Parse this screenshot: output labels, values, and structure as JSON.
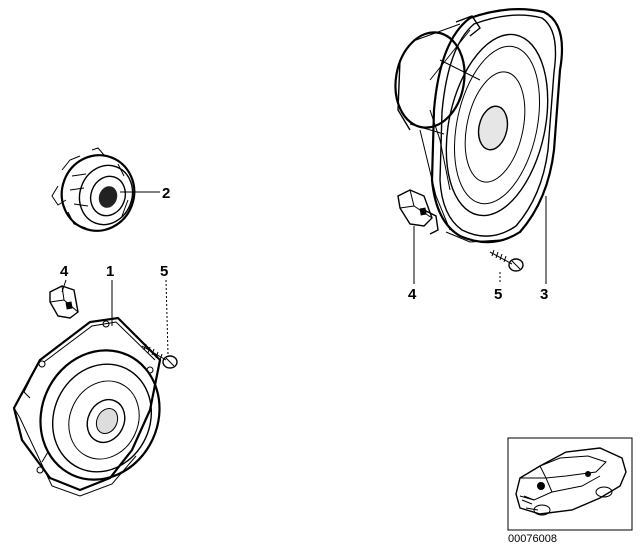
{
  "callouts": {
    "part_1": "1",
    "part_2": "2",
    "part_3": "3",
    "part_4_left": "4",
    "part_5_left": "5",
    "part_4_right": "4",
    "part_5_right": "5"
  },
  "document_number": "00076008"
}
